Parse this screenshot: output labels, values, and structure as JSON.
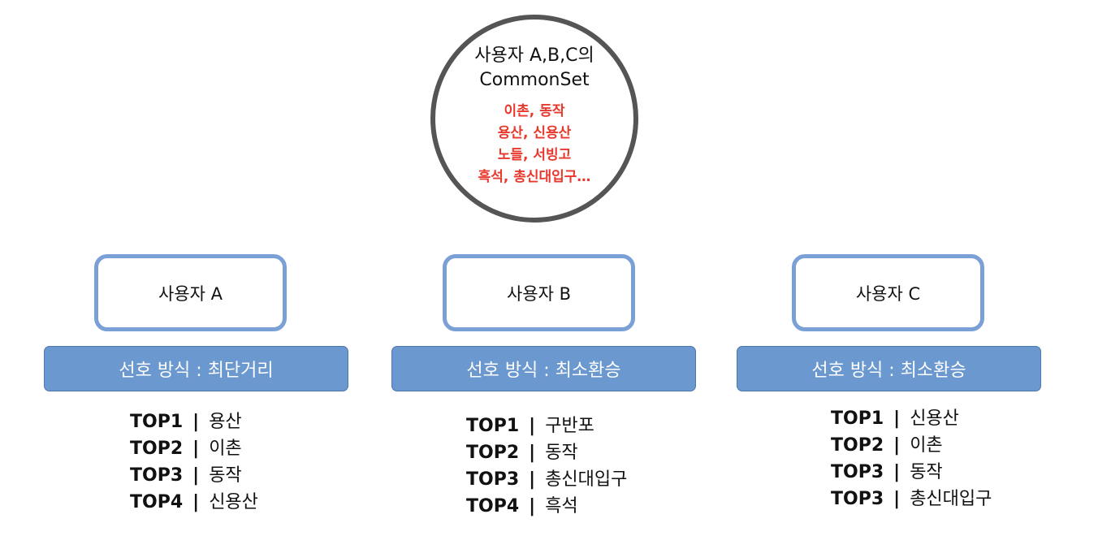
{
  "common_set": {
    "title_line1": "사용자 A,B,C의",
    "title_line2": "CommonSet",
    "items": [
      "이촌, 동작",
      "용산, 신용산",
      "노들, 서빙고",
      "흑석, 총신대입구…"
    ]
  },
  "users": [
    {
      "name": "사용자 A",
      "preference": "선호 방식 : 최단거리",
      "ranks": [
        {
          "label": "TOP1",
          "station": "용산"
        },
        {
          "label": "TOP2",
          "station": "이촌"
        },
        {
          "label": "TOP3",
          "station": "동작"
        },
        {
          "label": "TOP4",
          "station": "신용산"
        }
      ]
    },
    {
      "name": "사용자 B",
      "preference": "선호 방식 : 최소환승",
      "ranks": [
        {
          "label": "TOP1",
          "station": "구반포"
        },
        {
          "label": "TOP2",
          "station": "동작"
        },
        {
          "label": "TOP3",
          "station": "총신대입구"
        },
        {
          "label": "TOP4",
          "station": "흑석"
        }
      ]
    },
    {
      "name": "사용자 C",
      "preference": "선호 방식 : 최소환승",
      "ranks": [
        {
          "label": "TOP1",
          "station": "신용산"
        },
        {
          "label": "TOP2",
          "station": "이촌"
        },
        {
          "label": "TOP3",
          "station": "동작"
        },
        {
          "label": "TOP3",
          "station": "총신대입구"
        }
      ]
    }
  ],
  "separator": "|",
  "colors": {
    "circle_border": "#555555",
    "common_items": "#e8392e",
    "user_box_border": "#7aa0d6",
    "preference_bar": "#6a98cf"
  }
}
